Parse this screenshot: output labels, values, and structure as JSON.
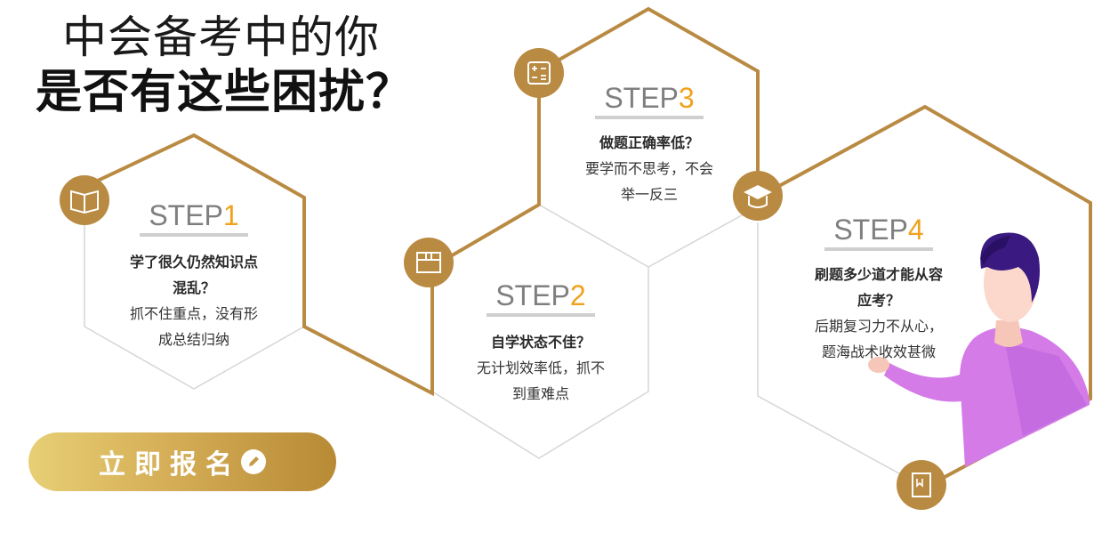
{
  "header": {
    "line1": "中会备考中的你",
    "line2": "是否有这些困扰？"
  },
  "steps": [
    {
      "prefix": "STEP",
      "num": "1",
      "question": [
        "学了很久仍然知识点",
        "混乱？"
      ],
      "desc": [
        "抓不住重点，没有形",
        "成总结归纳"
      ],
      "icon": "book-icon"
    },
    {
      "prefix": "STEP",
      "num": "2",
      "question": [
        "自学状态不佳？"
      ],
      "desc": [
        "无计划效率低，抓不",
        "到重难点"
      ],
      "icon": "box-icon"
    },
    {
      "prefix": "STEP",
      "num": "3",
      "question": [
        "做题正确率低？"
      ],
      "desc": [
        "要学而不思考，不会",
        "举一反三"
      ],
      "icon": "calculator-icon"
    },
    {
      "prefix": "STEP",
      "num": "4",
      "question": [
        "刷题多少道才能从容",
        "应考？"
      ],
      "desc": [
        "后期复习力不从心，",
        "题海战术收效甚微"
      ],
      "icon": "graduation-cap-icon"
    }
  ],
  "cta": {
    "label": "立即报名",
    "icon": "pencil-icon"
  },
  "colors": {
    "gold": "#b98a42",
    "gold_light": "#e7cf75",
    "step_num": "#f0a21d",
    "gray_line": "#d6d6d6"
  }
}
